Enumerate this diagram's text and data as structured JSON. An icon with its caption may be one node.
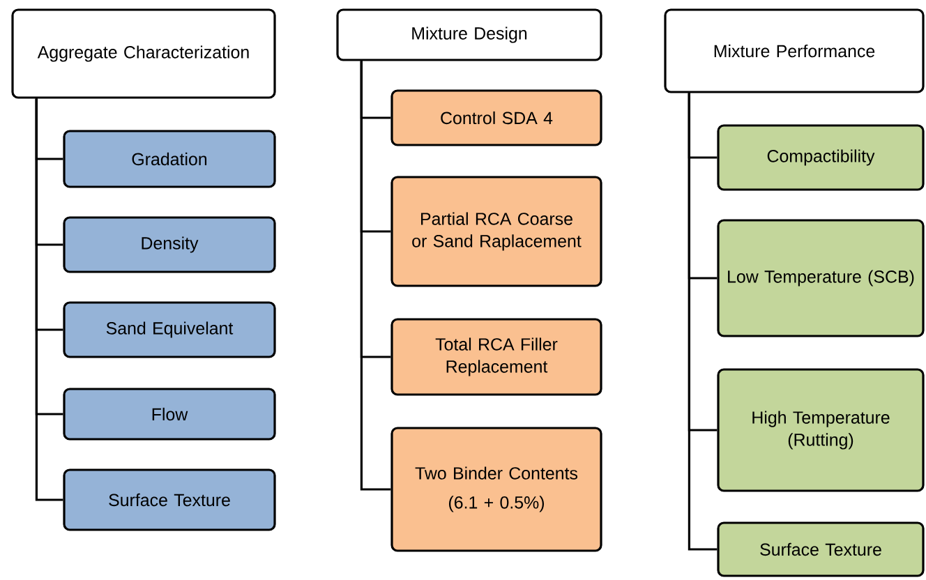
{
  "diagram": {
    "nodes": [
      {
        "text": [
          "Aggregate Characterization"
        ]
      },
      {
        "text": [
          "Gradation"
        ]
      },
      {
        "text": [
          "Density"
        ]
      },
      {
        "text": [
          "Sand Equivelant"
        ]
      },
      {
        "text": [
          "Flow"
        ]
      },
      {
        "text": [
          "Surface Texture"
        ]
      },
      {
        "text": [
          "Mixture Design"
        ]
      },
      {
        "text": [
          "Control SDA 4"
        ]
      },
      {
        "text": [
          "Partial RCA Coarse or Sand Raplacement"
        ]
      },
      {
        "text": [
          "Total RCA Filler Replacement"
        ]
      },
      {
        "text": [
          "Two Binder Contents",
          "(6.1 + 0.5%)"
        ]
      },
      {
        "text": [
          "Mixture Performance"
        ]
      },
      {
        "text": [
          "Compactibility"
        ]
      },
      {
        "text": [
          "Low Temperature (SCB)"
        ]
      },
      {
        "text": [
          "High Temperature (Rutting)"
        ]
      },
      {
        "text": [
          "Surface Texture"
        ]
      }
    ],
    "edges": [
      {
        "from": 0,
        "to": 1,
        "arrow": "none"
      },
      {
        "from": 0,
        "to": 2,
        "arrow": "none"
      },
      {
        "from": 0,
        "to": 3,
        "arrow": "none"
      },
      {
        "from": 0,
        "to": 4,
        "arrow": "none"
      },
      {
        "from": 0,
        "to": 5,
        "arrow": "none"
      },
      {
        "from": 6,
        "to": 7,
        "arrow": "none"
      },
      {
        "from": 6,
        "to": 8,
        "arrow": "none"
      },
      {
        "from": 6,
        "to": 9,
        "arrow": "none"
      },
      {
        "from": 6,
        "to": 10,
        "arrow": "none"
      },
      {
        "from": 11,
        "to": 12,
        "arrow": "none"
      },
      {
        "from": 11,
        "to": 13,
        "arrow": "none"
      },
      {
        "from": 11,
        "to": 14,
        "arrow": "none"
      },
      {
        "from": 11,
        "to": 15,
        "arrow": "none"
      }
    ]
  }
}
